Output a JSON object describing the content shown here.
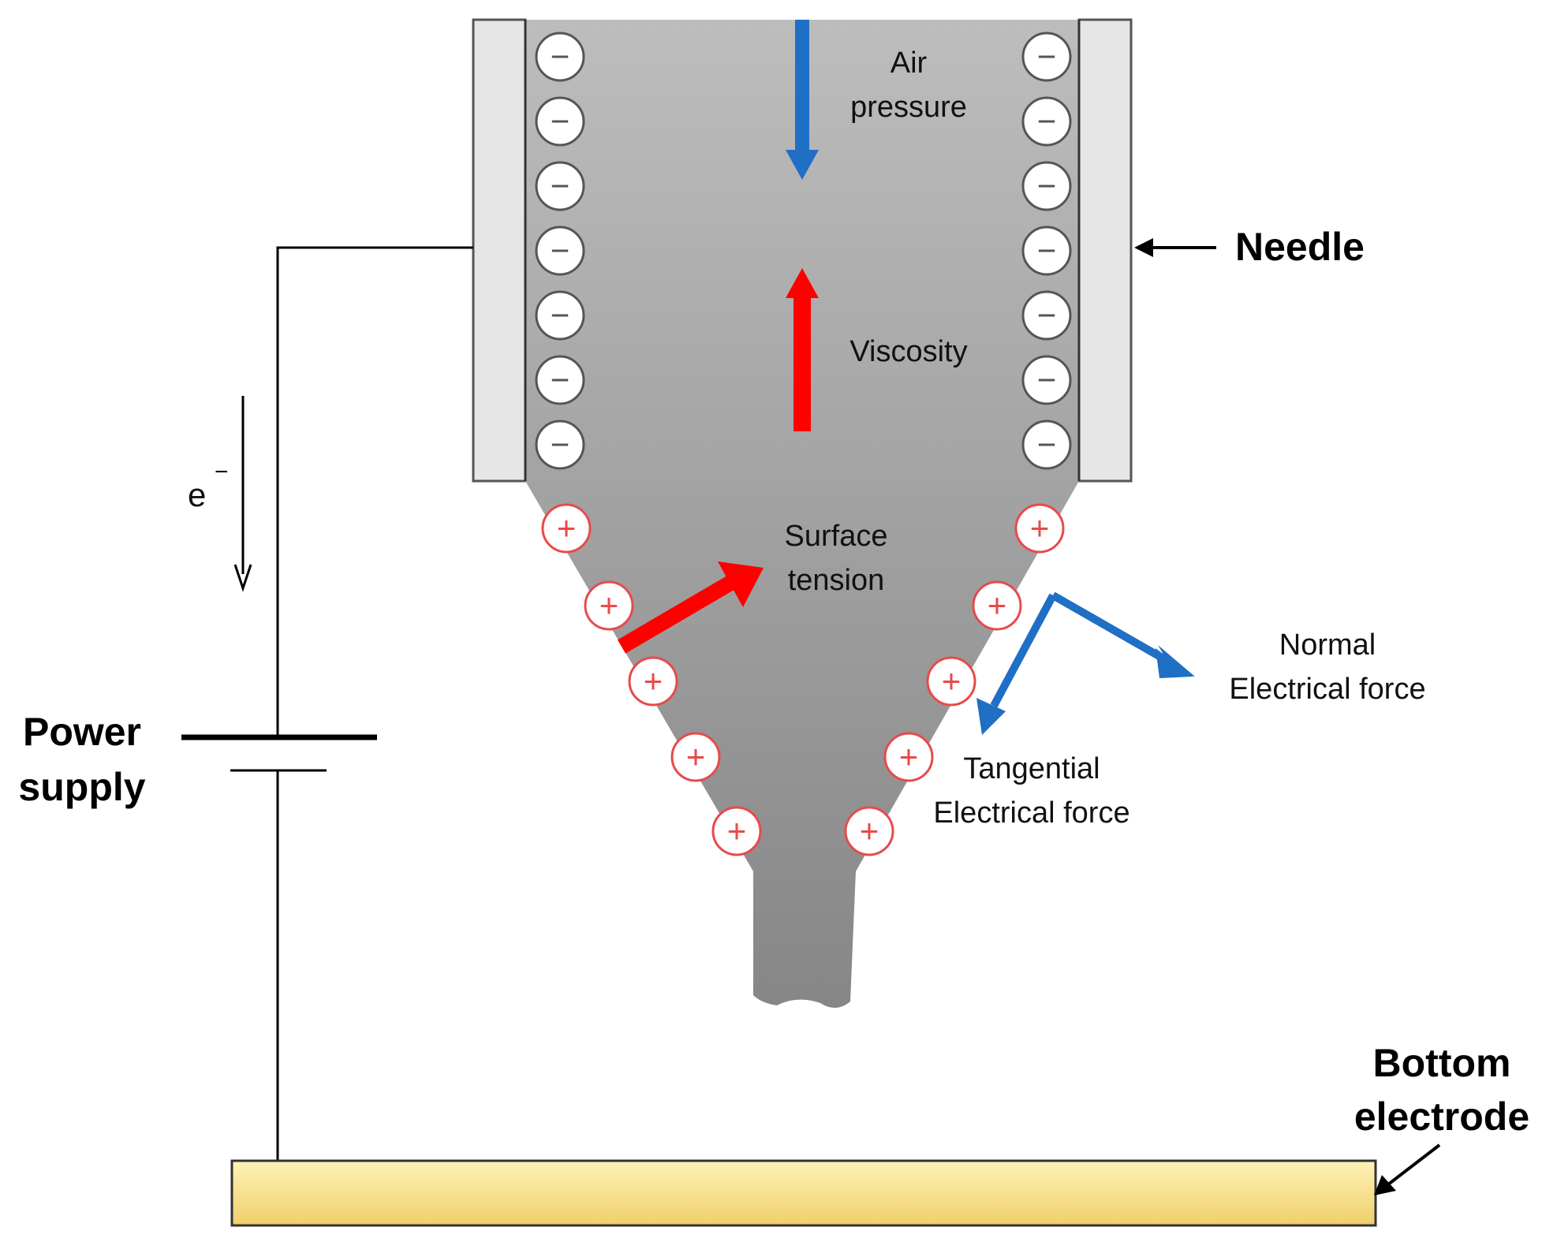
{
  "labels": {
    "air_pressure_line1": "Air",
    "air_pressure_line2": "pressure",
    "viscosity": "Viscosity",
    "surface_tension_line1": "Surface",
    "surface_tension_line2": "tension",
    "needle": "Needle",
    "normal_force_line1": "Normal",
    "normal_force_line2": "Electrical force",
    "tangential_force_line1": "Tangential",
    "tangential_force_line2": "Electrical force",
    "power_supply_line1": "Power",
    "power_supply_line2": "supply",
    "electron": "e",
    "electron_sup": "−",
    "bottom_electrode_line1": "Bottom",
    "bottom_electrode_line2": "electrode"
  },
  "charges": {
    "negative_symbol": "−",
    "positive_symbol": "+",
    "negative_per_side": 7,
    "positive_per_side": 5
  },
  "colors": {
    "force_red": "#ff0000",
    "force_blue": "#1f6fc4",
    "liquid_light": "#b9b9b9",
    "liquid_dark": "#8a8a8a",
    "needle_wall": "#e6e6e6",
    "electrode": "#f4d77a",
    "positive_charge": "#e84a4a",
    "negative_charge": "#555555"
  }
}
